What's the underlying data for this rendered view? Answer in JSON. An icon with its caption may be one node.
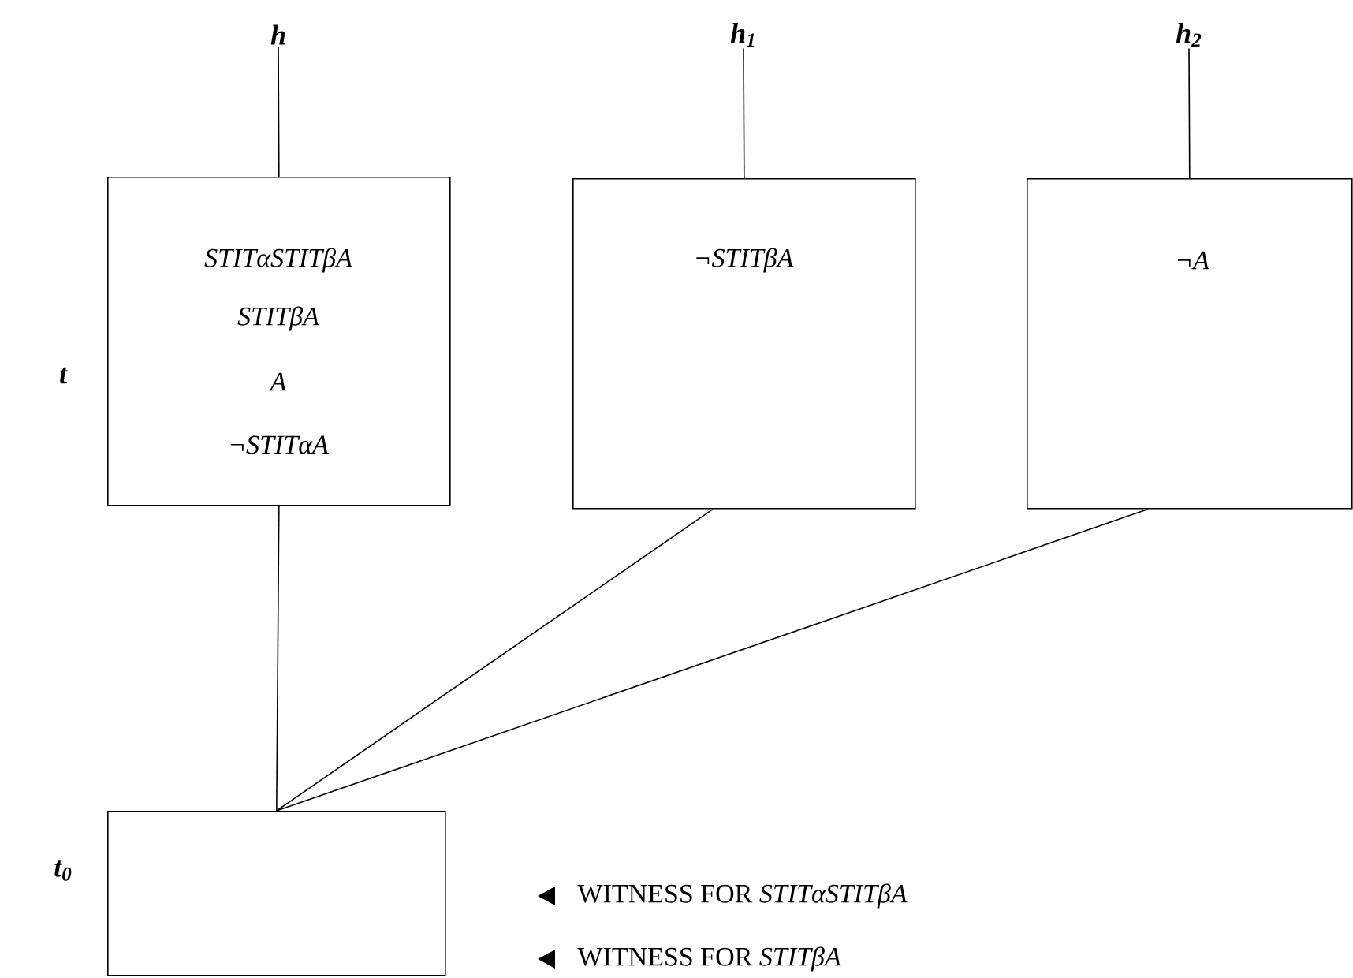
{
  "diagram": {
    "nodes": [
      {
        "text": [
          "STITαSTITβA",
          "STITβA",
          "A",
          "¬STITαA"
        ]
      },
      {
        "text": [
          "¬STITβA"
        ]
      },
      {
        "text": [
          "¬A"
        ]
      },
      {
        "text": [],
        "shape": "box"
      },
      {
        "text": [
          "h"
        ]
      },
      {
        "text": [
          "h$_{1}$"
        ]
      },
      {
        "text": [
          "h$_{2}$"
        ]
      }
    ],
    "edges": [
      {
        "from": 4,
        "to": 0,
        "arrow": "none"
      },
      {
        "from": 5,
        "to": 1,
        "arrow": "none"
      },
      {
        "from": 6,
        "to": 2,
        "arrow": "none"
      },
      {
        "from": 0,
        "to": 3,
        "arrow": "none"
      },
      {
        "from": 1,
        "to": 3,
        "arrow": "none"
      },
      {
        "from": 2,
        "to": 3,
        "arrow": "none"
      }
    ],
    "labels": [
      "t",
      "t$_{0}$",
      "WITNESS FOR *STITαSTITβA*",
      "WITNESS FOR *STITβA*"
    ]
  }
}
